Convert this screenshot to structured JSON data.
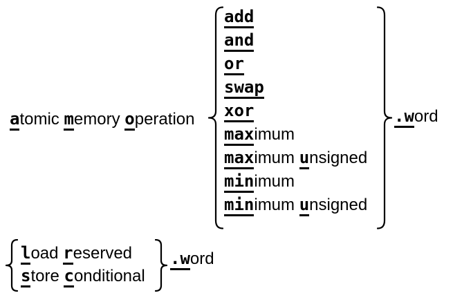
{
  "colors": {
    "ink": "#000000",
    "background": "#ffffff"
  },
  "amo": {
    "phrase_text": "atomic memory operation",
    "phrase_segments": [
      {
        "t": "a",
        "k": true
      },
      {
        "t": "tomic ",
        "k": false
      },
      {
        "t": "m",
        "k": true
      },
      {
        "t": "emory ",
        "k": false
      },
      {
        "t": "o",
        "k": true
      },
      {
        "t": "peration",
        "k": false
      }
    ],
    "operations": [
      {
        "text": "add",
        "segments": [
          {
            "t": "add",
            "k": true
          }
        ]
      },
      {
        "text": "and",
        "segments": [
          {
            "t": "and",
            "k": true
          }
        ]
      },
      {
        "text": "or",
        "segments": [
          {
            "t": "or",
            "k": true
          }
        ]
      },
      {
        "text": "swap",
        "segments": [
          {
            "t": "swap",
            "k": true
          }
        ]
      },
      {
        "text": "xor",
        "segments": [
          {
            "t": "xor",
            "k": true
          }
        ]
      },
      {
        "text": "maximum",
        "segments": [
          {
            "t": "max",
            "k": true
          },
          {
            "t": "imum",
            "k": false
          }
        ]
      },
      {
        "text": "maximum unsigned",
        "segments": [
          {
            "t": "max",
            "k": true
          },
          {
            "t": "imum ",
            "k": false
          },
          {
            "t": "u",
            "k": true
          },
          {
            "t": "nsigned",
            "k": false
          }
        ]
      },
      {
        "text": "minimum",
        "segments": [
          {
            "t": "min",
            "k": true
          },
          {
            "t": "imum",
            "k": false
          }
        ]
      },
      {
        "text": "minimum unsigned",
        "segments": [
          {
            "t": "min",
            "k": true
          },
          {
            "t": "imum ",
            "k": false
          },
          {
            "t": "u",
            "k": true
          },
          {
            "t": "nsigned",
            "k": false
          }
        ]
      }
    ],
    "suffix_text": ".word",
    "suffix_segments": [
      {
        "t": ".w",
        "k": true
      },
      {
        "t": "ord",
        "k": false
      }
    ]
  },
  "lrsc": {
    "options": [
      {
        "text": "load reserved",
        "segments": [
          {
            "t": "l",
            "k": true
          },
          {
            "t": "oad ",
            "k": false
          },
          {
            "t": "r",
            "k": true
          },
          {
            "t": "eserved",
            "k": false
          }
        ]
      },
      {
        "text": "store conditional",
        "segments": [
          {
            "t": "s",
            "k": true
          },
          {
            "t": "tore ",
            "k": false
          },
          {
            "t": "c",
            "k": true
          },
          {
            "t": "onditional",
            "k": false
          }
        ]
      }
    ],
    "suffix_text": ".word",
    "suffix_segments": [
      {
        "t": ".w",
        "k": true
      },
      {
        "t": "ord",
        "k": false
      }
    ]
  }
}
